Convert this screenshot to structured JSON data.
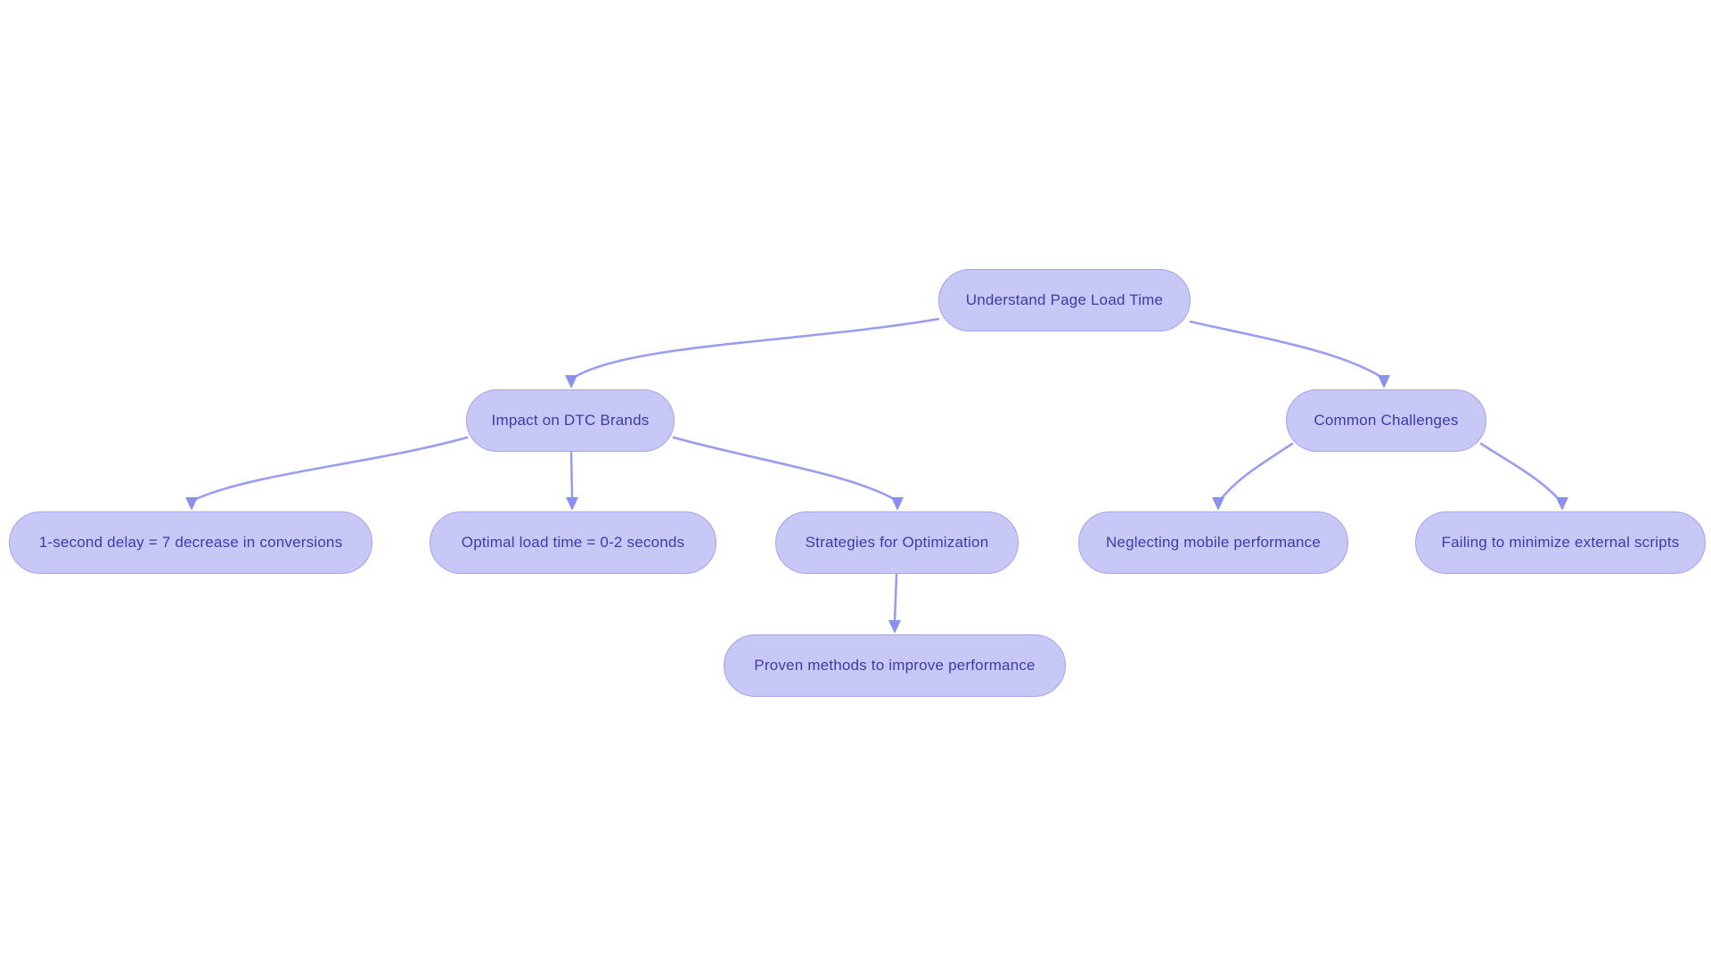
{
  "diagram": {
    "type": "flowchart",
    "background": "#ffffff",
    "colors": {
      "node_fill": "#c8c8f6",
      "node_border": "#a2a2f0",
      "node_text": "#3b3bab",
      "edge_line": "#989df2",
      "arrowhead": "#8a90ee"
    },
    "nodes": [
      {
        "id": "understand",
        "label": "Understand Page Load Time"
      },
      {
        "id": "impact",
        "label": "Impact on DTC Brands"
      },
      {
        "id": "common",
        "label": "Common Challenges"
      },
      {
        "id": "delay",
        "label": "1-second delay = 7 decrease in conversions"
      },
      {
        "id": "optimal",
        "label": "Optimal load time = 0-2 seconds"
      },
      {
        "id": "strategies",
        "label": "Strategies for Optimization"
      },
      {
        "id": "neglect",
        "label": "Neglecting mobile performance"
      },
      {
        "id": "failing",
        "label": "Failing to minimize external scripts"
      },
      {
        "id": "proven",
        "label": "Proven methods to improve performance"
      }
    ],
    "edges": [
      {
        "from": "Understand Page Load Time",
        "to": "Impact on DTC Brands"
      },
      {
        "from": "Understand Page Load Time",
        "to": "Common Challenges"
      },
      {
        "from": "Impact on DTC Brands",
        "to": "1-second delay = 7 decrease in conversions"
      },
      {
        "from": "Impact on DTC Brands",
        "to": "Optimal load time = 0-2 seconds"
      },
      {
        "from": "Impact on DTC Brands",
        "to": "Strategies for Optimization"
      },
      {
        "from": "Common Challenges",
        "to": "Neglecting mobile performance"
      },
      {
        "from": "Common Challenges",
        "to": "Failing to minimize external scripts"
      },
      {
        "from": "Strategies for Optimization",
        "to": "Proven methods to improve performance"
      }
    ]
  }
}
